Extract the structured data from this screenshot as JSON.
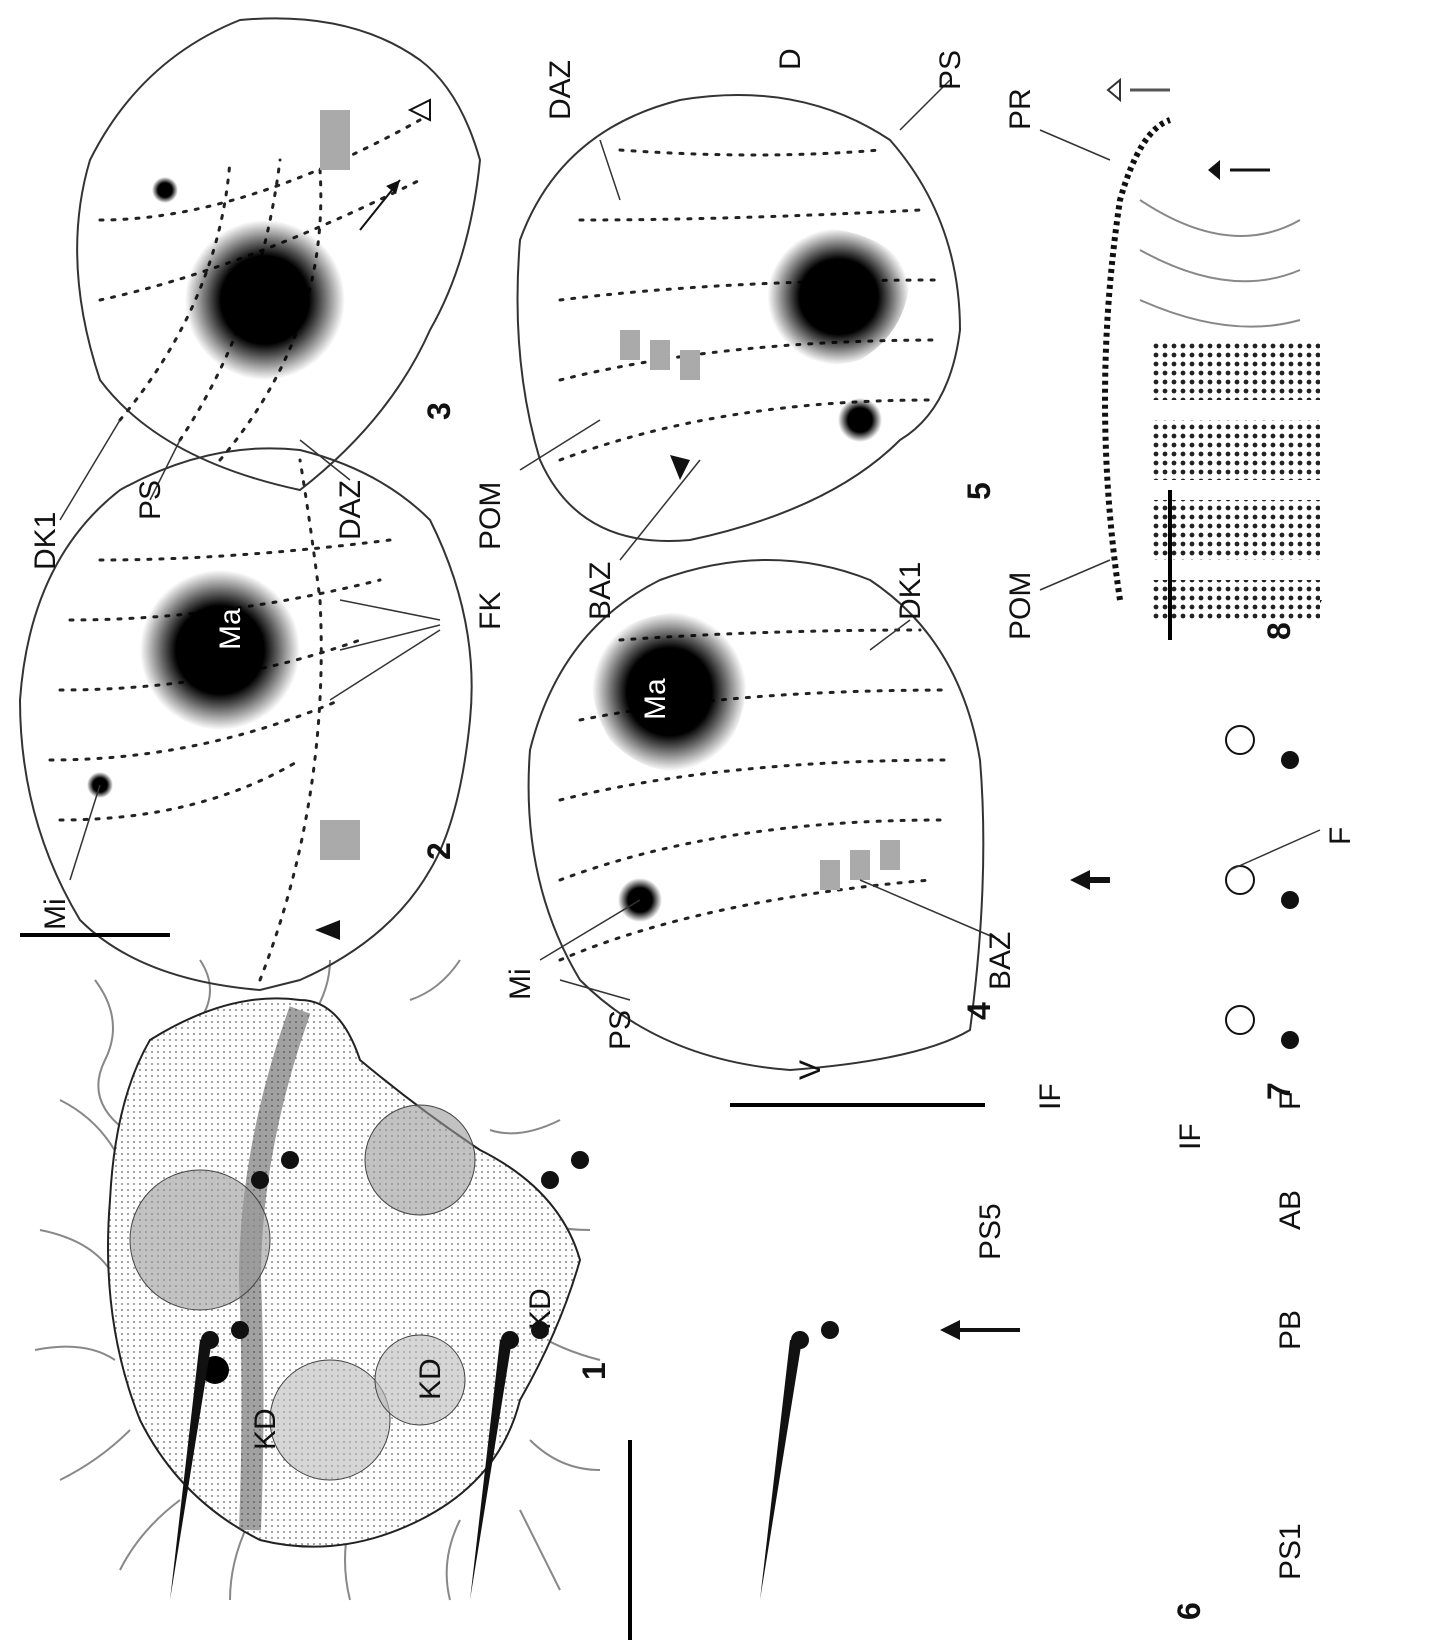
{
  "figure_numbers": [
    "1",
    "2",
    "3",
    "4",
    "5",
    "6",
    "7",
    "8"
  ],
  "labels": {
    "Mi": "Mi",
    "Ma": "Ma",
    "FK": "FK",
    "DK1": "DK1",
    "PS": "PS",
    "DAZ": "DAZ",
    "POM": "POM",
    "BAZ": "BAZ",
    "D": "D",
    "V": "V",
    "PR": "PR",
    "KD": "KD",
    "IF": "IF",
    "F": "F",
    "AB": "AB",
    "PB": "PB",
    "PS1": "PS1",
    "PS5": "PS5"
  },
  "colors": {
    "ink": "#111111",
    "cilia": "#888888",
    "accent_gray": "#aaaaaa",
    "background": "#ffffff"
  }
}
